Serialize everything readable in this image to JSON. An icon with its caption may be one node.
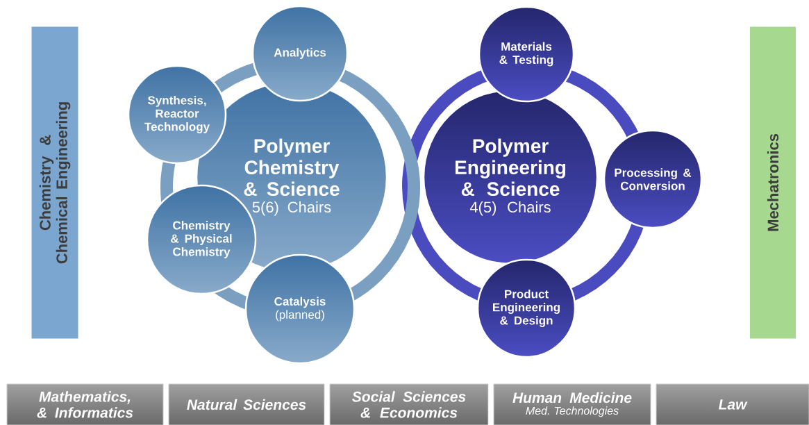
{
  "diagram": {
    "nodes": [
      {
        "text": [
          "Chemistry & Chemical Engineering"
        ]
      },
      {
        "text": [
          "Polymer Chemistry & Science",
          "5(6) Chairs"
        ]
      },
      {
        "text": [
          "Analytics"
        ]
      },
      {
        "text": [
          "Synthesis, Reactor Technology"
        ]
      },
      {
        "text": [
          "Chemistry & Physical Chemistry"
        ]
      },
      {
        "text": [
          "Catalysis",
          "(planned)"
        ]
      },
      {
        "text": [
          "Polymer Engineering & Science",
          "4(5) Chairs"
        ]
      },
      {
        "text": [
          "Materials & Testing"
        ]
      },
      {
        "text": [
          "Processing & Conversion"
        ]
      },
      {
        "text": [
          "Product Engineering & Design"
        ]
      },
      {
        "text": [
          "Mechatronics"
        ]
      },
      {
        "text": [
          "Mathematics, & Informatics"
        ]
      },
      {
        "text": [
          "Natural Sciences"
        ]
      },
      {
        "text": [
          "Social Sciences & Economics"
        ]
      },
      {
        "text": [
          "Human Medicine",
          "Med. Technologies"
        ]
      },
      {
        "text": [
          "Law"
        ]
      }
    ]
  }
}
